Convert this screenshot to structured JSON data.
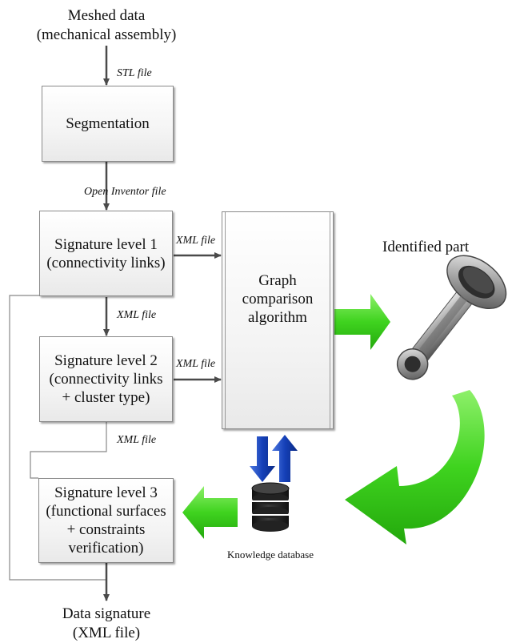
{
  "input": {
    "line1": "Meshed data",
    "line2": "(mechanical assembly)"
  },
  "labels": {
    "stl": "STL file",
    "open_inventor": "Open Inventor file",
    "xml_1": "XML file",
    "xml_2": "XML file",
    "xml_3": "XML file",
    "xml_4": "XML file"
  },
  "boxes": {
    "segmentation": "Segmentation",
    "sig1": {
      "l1": "Signature level 1",
      "l2": "(connectivity links)"
    },
    "sig2": {
      "l1": "Signature level 2",
      "l2": "(connectivity links",
      "l3": "+ cluster type)"
    },
    "sig3": {
      "l1": "Signature level 3",
      "l2": "(functional surfaces",
      "l3": "+ constraints",
      "l4": "verification)"
    },
    "graph": {
      "l1": "Graph",
      "l2": "comparison",
      "l3": "algorithm"
    }
  },
  "identified_part": "Identified part",
  "knowledge_db": "Knowledge database",
  "output": {
    "line1": "Data signature",
    "line2": "(XML file)"
  },
  "colors": {
    "green": "#3fd31f",
    "blue": "#1540b8",
    "arrow": "#4a4a4a",
    "border": "#8a8a8a"
  }
}
